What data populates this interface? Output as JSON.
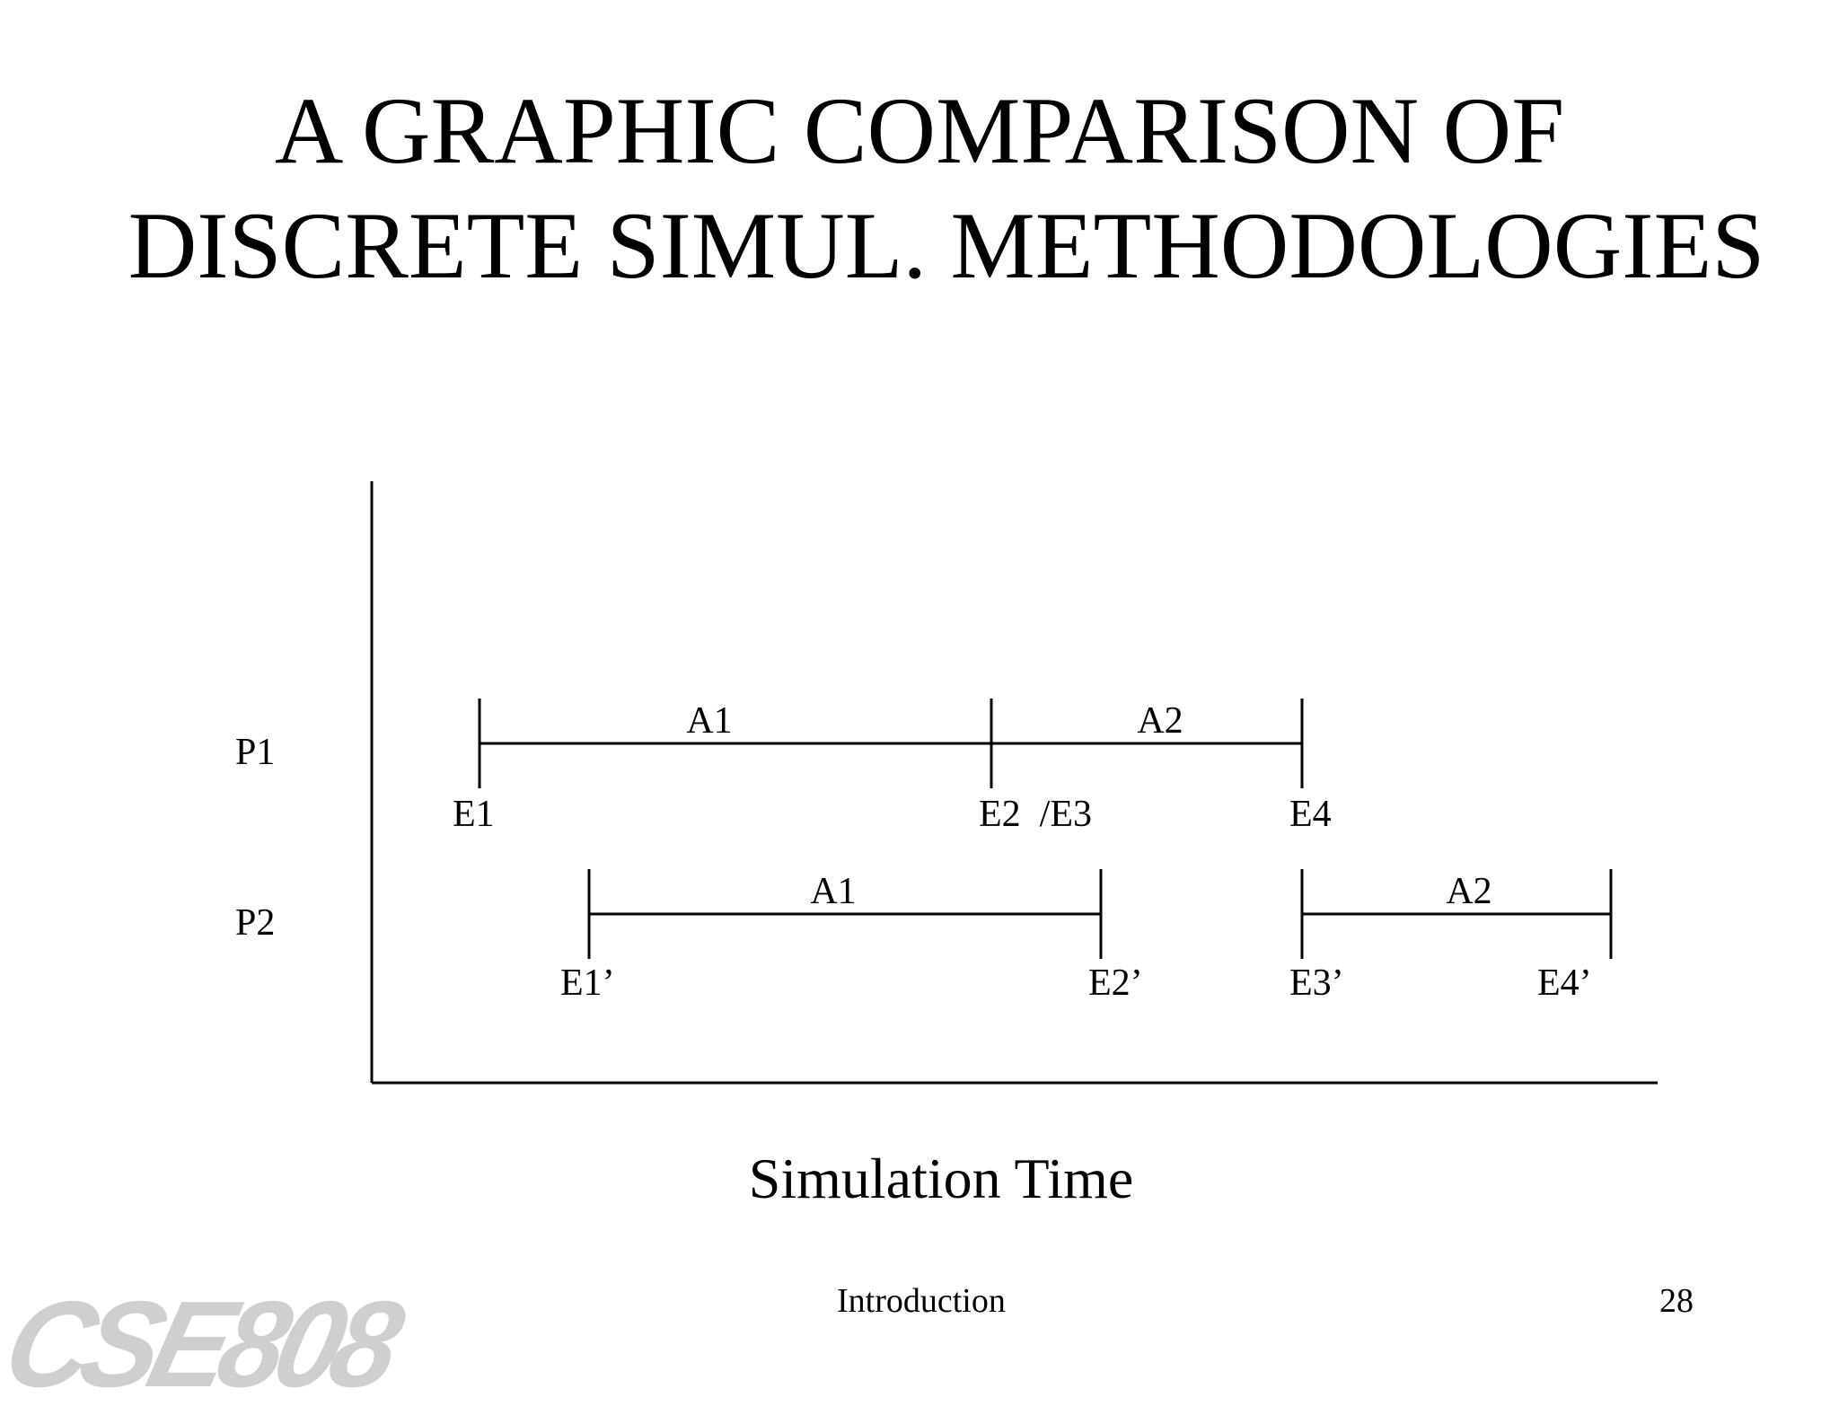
{
  "title": {
    "line1": "A GRAPHIC COMPARISON OF",
    "line2": "DISCRETE SIMUL. METHODOLOGIES"
  },
  "diagram": {
    "x_axis_label": "Simulation Time",
    "rows": [
      {
        "name": "P1",
        "activities": [
          "A1",
          "A2"
        ],
        "events": [
          "E1",
          "E2  /E3",
          "E4"
        ]
      },
      {
        "name": "P2",
        "activities": [
          "A1",
          "A2"
        ],
        "events": [
          "E1’",
          "E2’",
          "E3’",
          "E4’"
        ]
      }
    ]
  },
  "footer": {
    "section": "Introduction",
    "page_number": "28",
    "logo_text": "CSE808"
  }
}
